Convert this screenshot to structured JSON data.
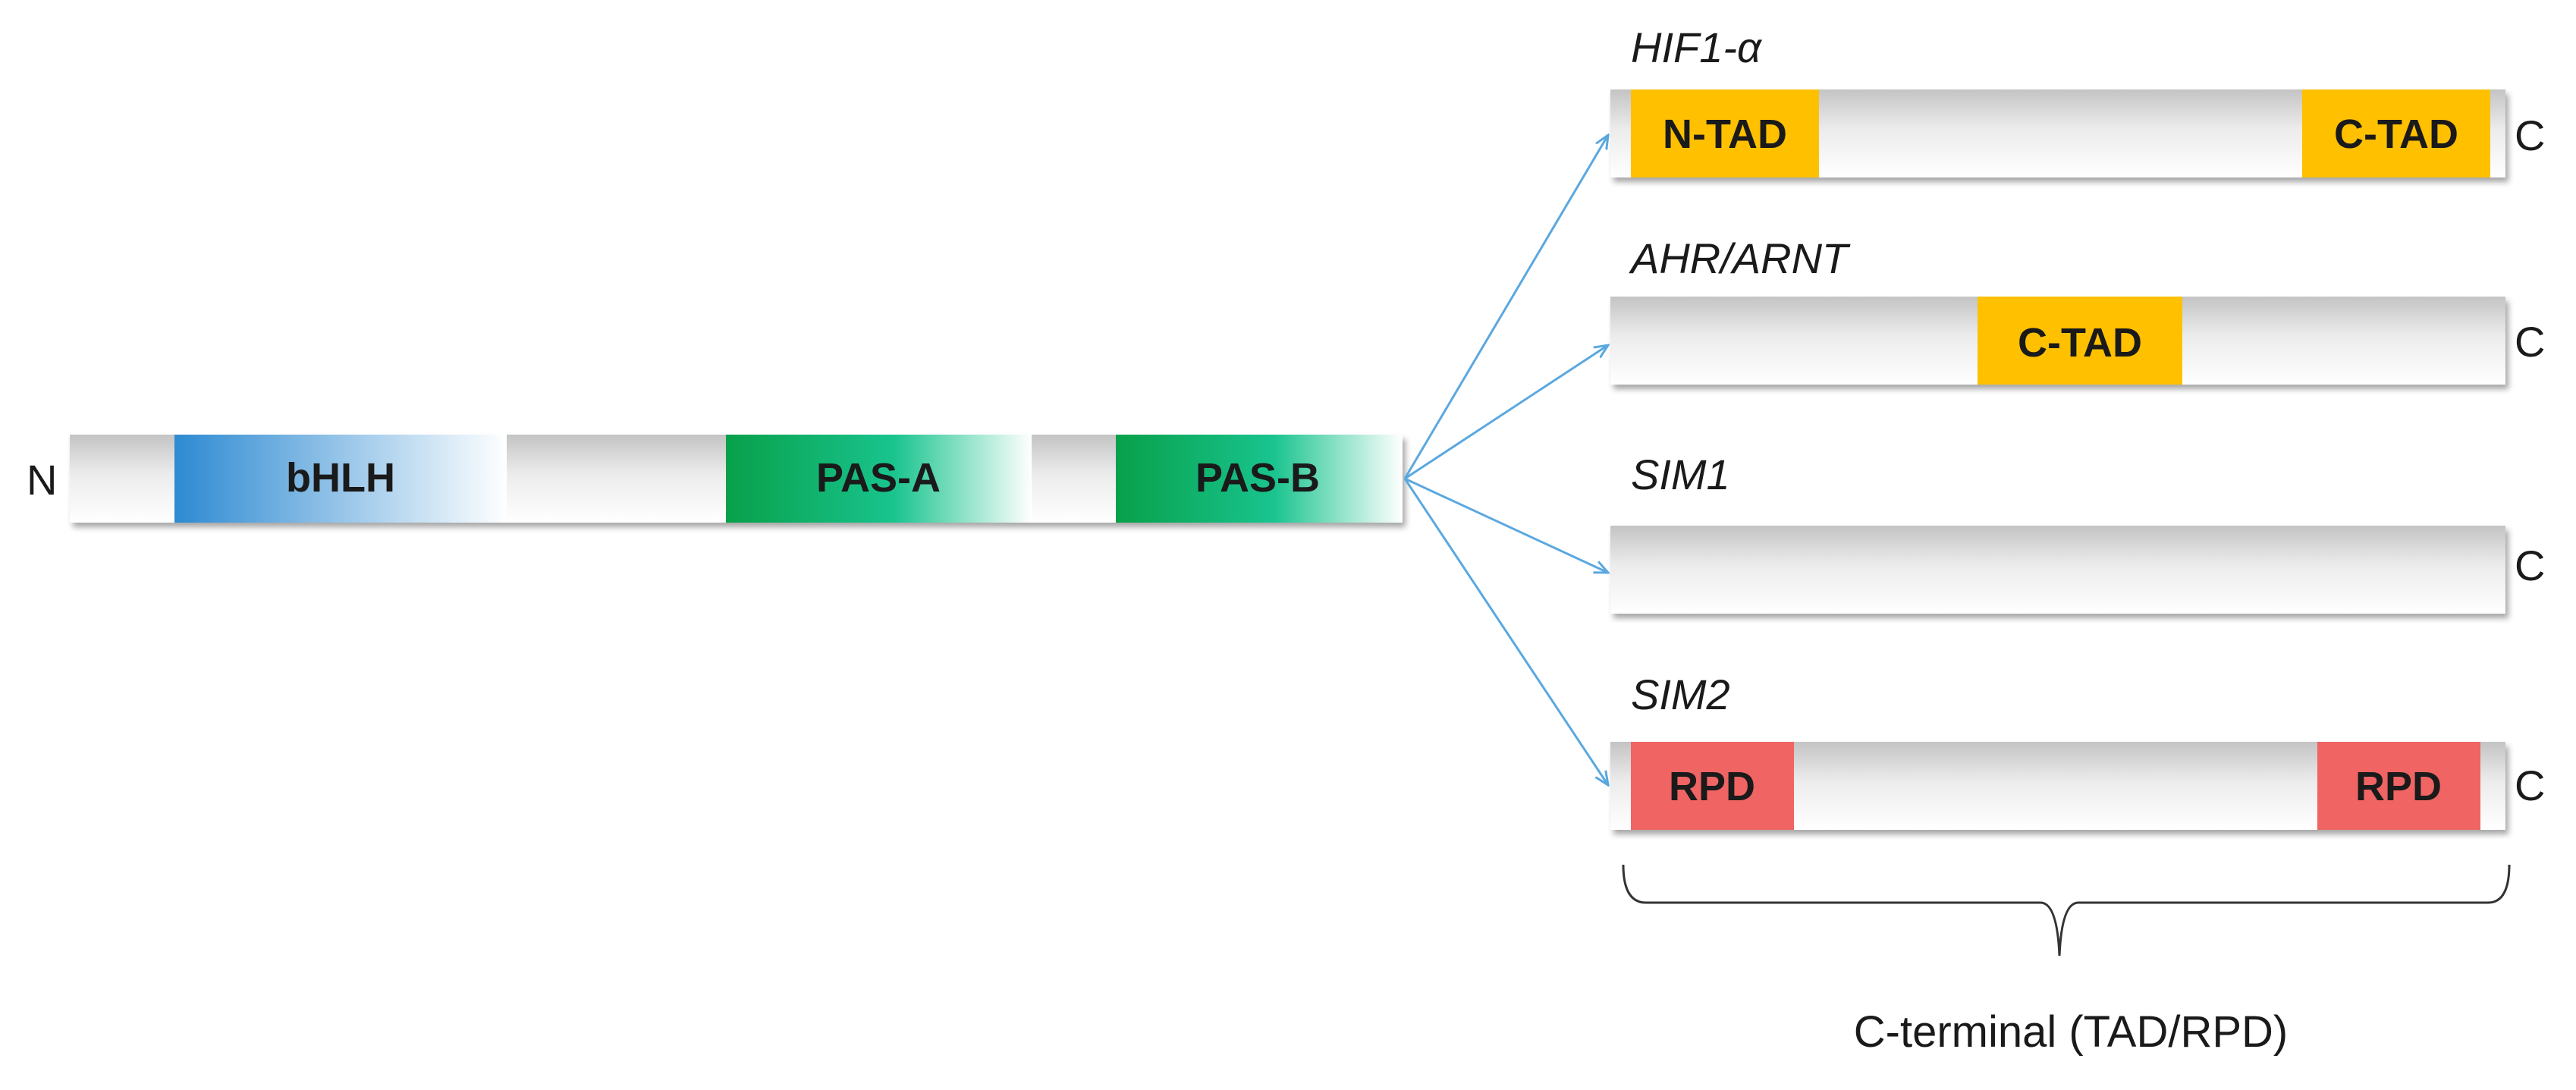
{
  "main_protein": {
    "n_terminal": "N",
    "domains": [
      {
        "label": "bHLH"
      },
      {
        "label": "PAS-A"
      },
      {
        "label": "PAS-B"
      }
    ]
  },
  "variants": [
    {
      "name": "HIF1-α",
      "c_terminal": "C",
      "domains": [
        {
          "label": "N-TAD"
        },
        {
          "label": "C-TAD"
        }
      ]
    },
    {
      "name": "AHR/ARNT",
      "c_terminal": "C",
      "domains": [
        {
          "label": "C-TAD"
        }
      ]
    },
    {
      "name": "SIM1",
      "c_terminal": "C",
      "domains": []
    },
    {
      "name": "SIM2",
      "c_terminal": "C",
      "domains": [
        {
          "label": "RPD"
        },
        {
          "label": "RPD"
        }
      ]
    }
  ],
  "bracket_label": "C-terminal (TAD/RPD)",
  "colors": {
    "bhlh": "#3a8fd4",
    "pas": "#0a9e4e",
    "tad": "#ffc000",
    "rpd": "#f06464",
    "arrow": "#5aa8e0"
  }
}
